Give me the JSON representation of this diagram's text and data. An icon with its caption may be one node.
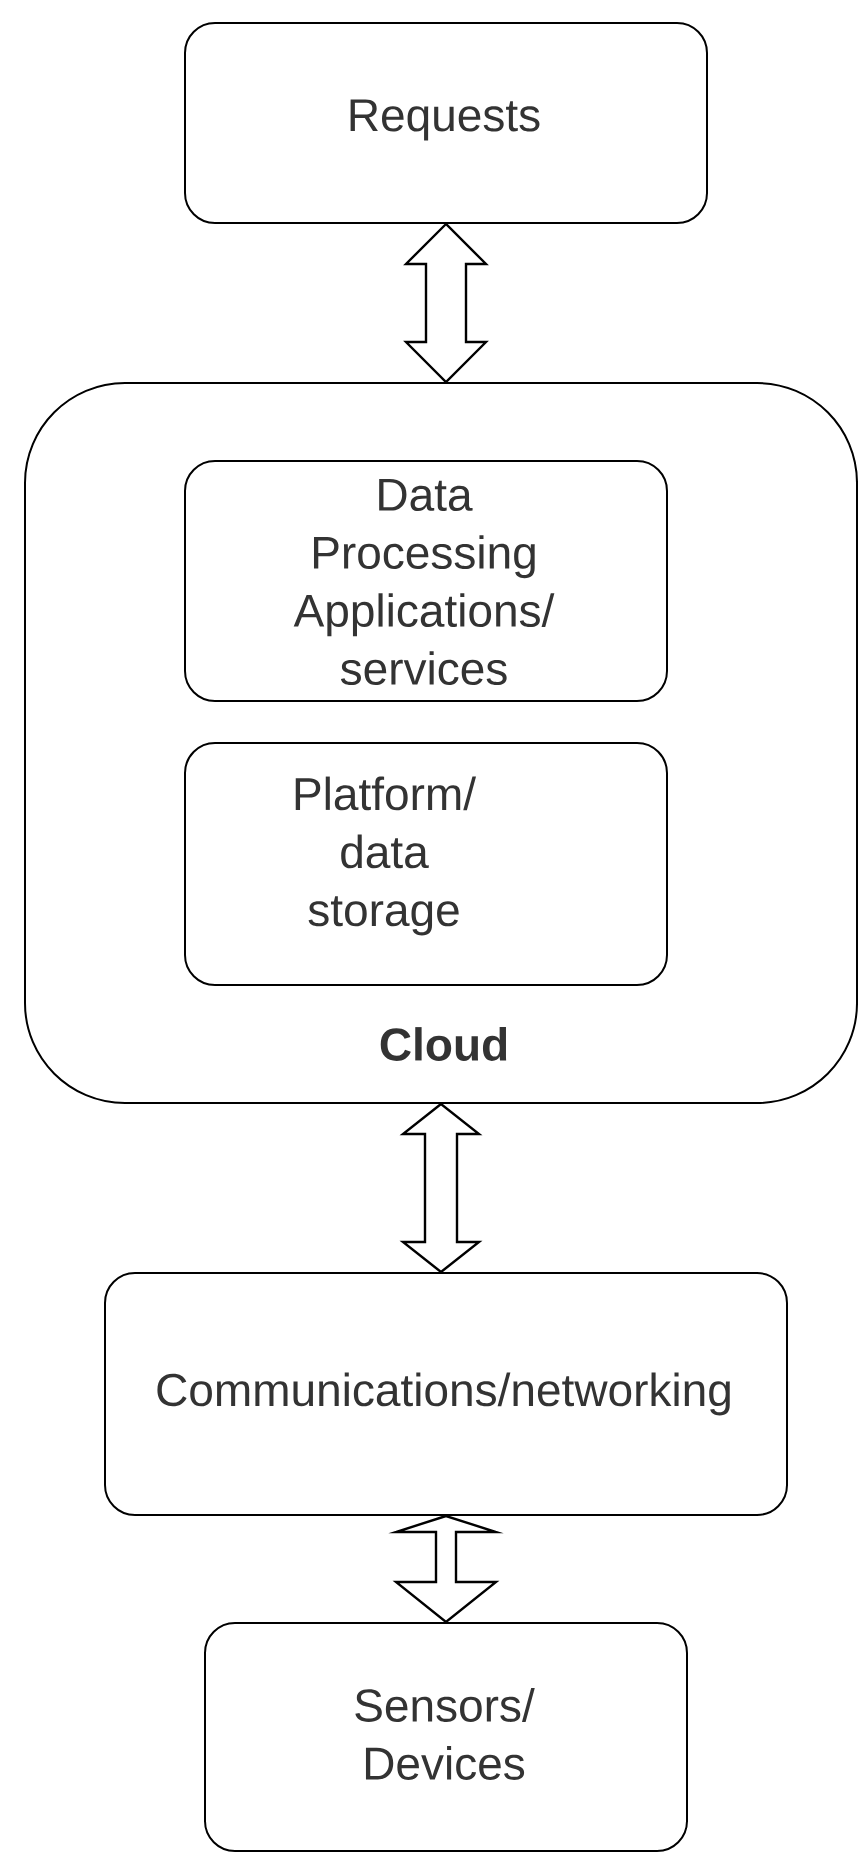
{
  "diagram": {
    "nodes": [
      {
        "text": [
          "Requests"
        ]
      },
      {
        "text": [
          "Cloud"
        ]
      },
      {
        "text": [
          "Data Processing Applications/ services"
        ],
        "in": 1
      },
      {
        "text": [
          "Platform/ data storage"
        ],
        "in": 1
      },
      {
        "text": [
          "Communications/networking"
        ]
      },
      {
        "text": [
          "Sensors/ Devices"
        ]
      }
    ],
    "edges": [
      {
        "from": 0,
        "to": 1,
        "arrow": "both"
      },
      {
        "from": 1,
        "to": 4,
        "arrow": "both"
      },
      {
        "from": 4,
        "to": 5,
        "arrow": "both"
      }
    ]
  }
}
